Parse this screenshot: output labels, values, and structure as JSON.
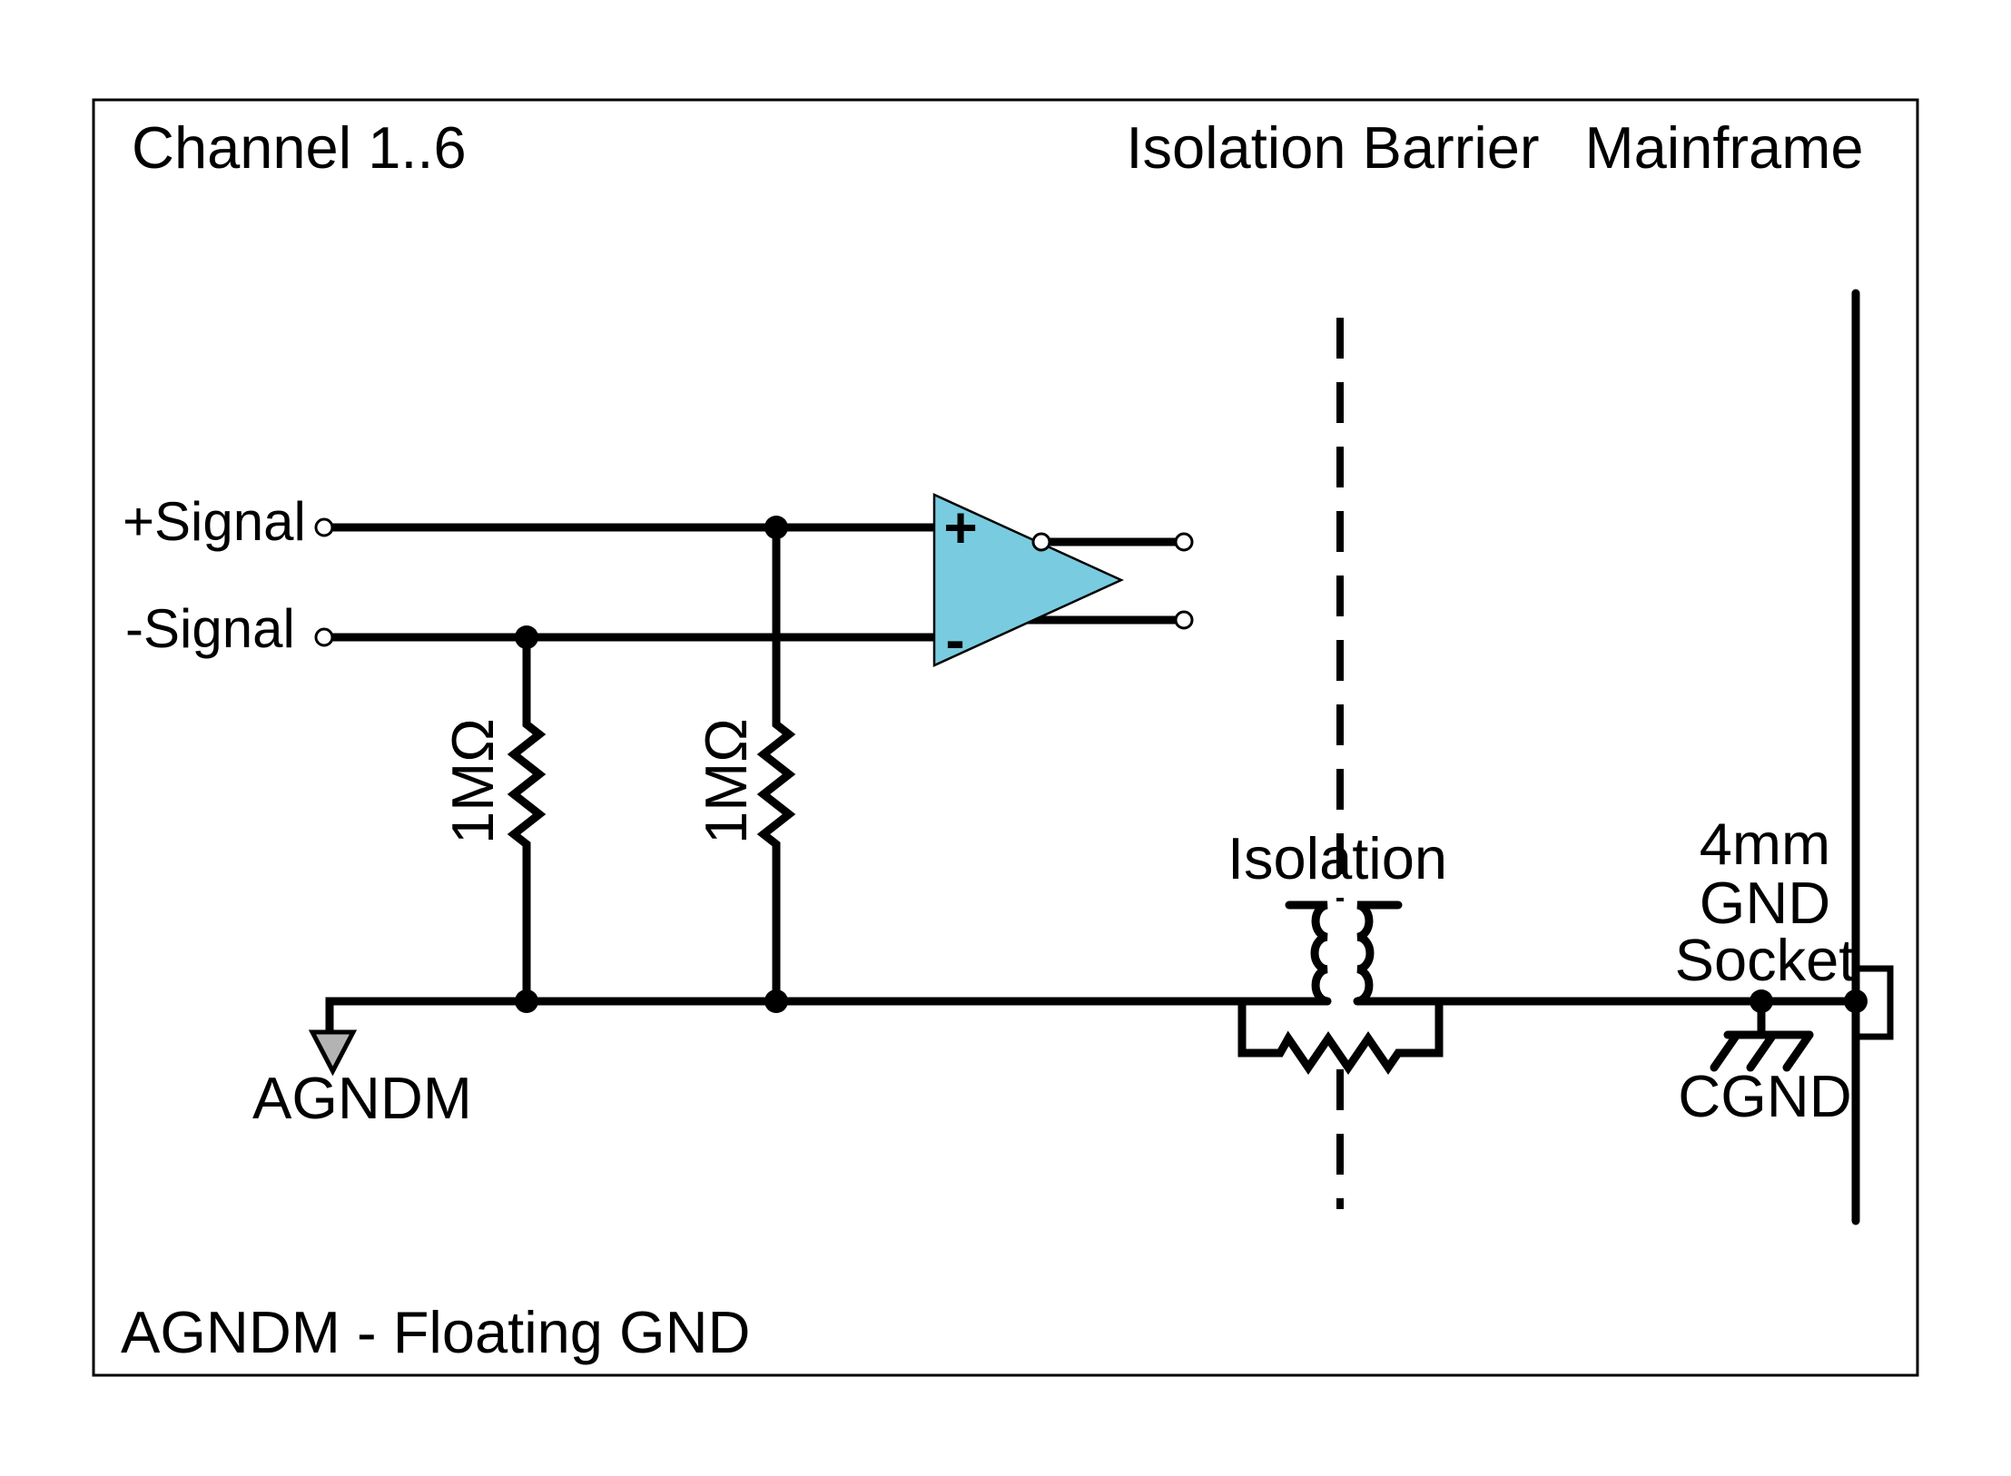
{
  "diagram": {
    "title": "Channel 1..6",
    "header": {
      "isolation_barrier": "Isolation Barrier",
      "mainframe": "Mainframe"
    },
    "inputs": {
      "plus_signal": "+Signal",
      "minus_signal": "-Signal"
    },
    "resistors": {
      "r1": "1MΩ",
      "r2": "1MΩ"
    },
    "opamp": {
      "plus": "+",
      "minus": "-"
    },
    "transformer": {
      "label": "Isolation"
    },
    "gnd_socket": {
      "line1": "4mm",
      "line2": "GND",
      "line3": "Socket"
    },
    "grounds": {
      "cgnd": "CGND",
      "agndm": "AGNDM"
    },
    "footer": "AGNDM - Floating GND",
    "colors": {
      "opamp_fill": "#79CBDF",
      "arrow_fill": "#B3B3B3",
      "line": "#000000",
      "background": "#FFFFFF"
    }
  }
}
